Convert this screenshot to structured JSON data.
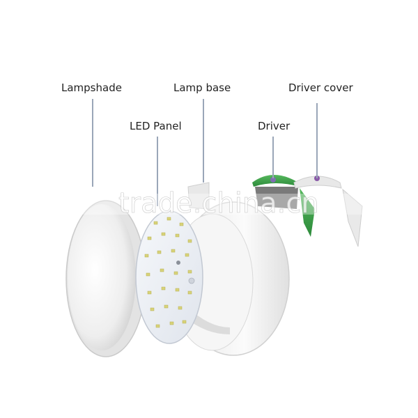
{
  "labels": {
    "lampshade": "Lampshade",
    "lamp_base": "Lamp base",
    "led_panel": "LED Panel",
    "driver": "Driver",
    "driver_cover": "Driver cover"
  },
  "watermark": "trade.china.cn",
  "colors": {
    "shell": "#f4f4f4",
    "shell_edge": "#d6d6d6",
    "pcb": "#e9edf4",
    "led": "#d8d37a",
    "driver": "#3aa14a",
    "leader": "#9aa6b8",
    "label_text": "#222222"
  }
}
